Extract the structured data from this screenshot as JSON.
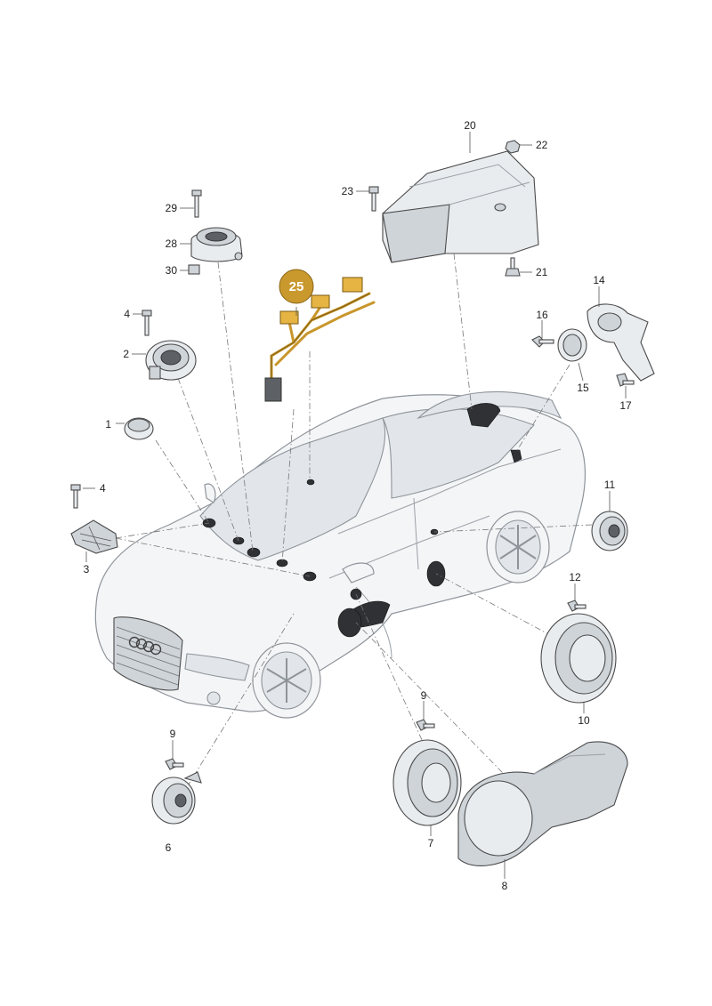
{
  "diagram": {
    "callouts": [
      "1",
      "2",
      "3",
      "4",
      "4",
      "6",
      "7",
      "8",
      "9",
      "9",
      "10",
      "11",
      "12",
      "14",
      "15",
      "16",
      "17",
      "20",
      "21",
      "22",
      "23",
      "25",
      "28",
      "29",
      "30"
    ]
  }
}
